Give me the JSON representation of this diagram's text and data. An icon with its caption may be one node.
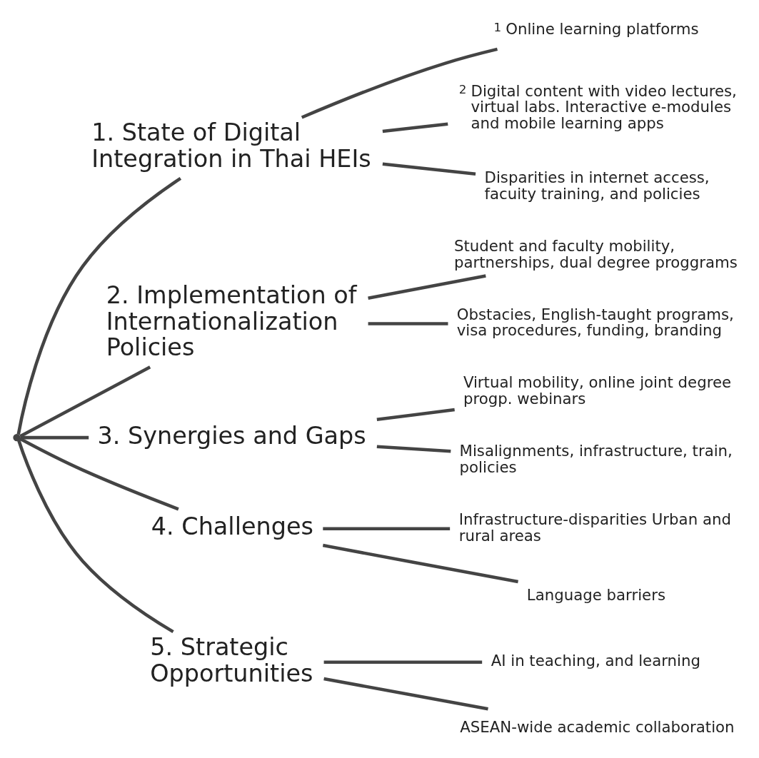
{
  "diagram": {
    "nodes": [
      {
        "text": [],
        "shape": "point"
      },
      {
        "text": [
          "1. State of Digital Integration in Thai HEIs"
        ]
      },
      {
        "text": [
          "Online learning platforms"
        ],
        "beside": [
          "1"
        ]
      },
      {
        "text": [
          "Digital content with video lectures, virtual labs. Interactive e-modules and mobile learning apps"
        ],
        "beside": [
          "2"
        ]
      },
      {
        "text": [
          "Disparities in internet access, facuity training, and policies"
        ]
      },
      {
        "text": [
          "2. Implementation of Internationalization Policies"
        ]
      },
      {
        "text": [
          "Student and faculty mobility, partnerships, dual degree proggrams"
        ]
      },
      {
        "text": [
          "Obstacies, English-taught programs, visa procedures, funding, branding"
        ]
      },
      {
        "text": [
          "3. Synergies and Gaps"
        ]
      },
      {
        "text": [
          "Virtual mobility, online joint degree progp. webinars"
        ]
      },
      {
        "text": [
          "Misalignments, infrastructure, train, policies"
        ]
      },
      {
        "text": [
          "4. Challenges"
        ]
      },
      {
        "text": [
          "Infrastructure-disparities Urban and rural areas"
        ]
      },
      {
        "text": [
          "Language barriers"
        ]
      },
      {
        "text": [
          "5. Strategic Opportunities"
        ]
      },
      {
        "text": [
          "AI in teaching, and learning"
        ]
      },
      {
        "text": [
          "ASEAN-wide academic collaboration"
        ]
      }
    ],
    "edges": [
      {
        "from": 0,
        "to": 1,
        "arrow": "none"
      },
      {
        "from": 0,
        "to": 5,
        "arrow": "none"
      },
      {
        "from": 0,
        "to": 8,
        "arrow": "none"
      },
      {
        "from": 0,
        "to": 11,
        "arrow": "none"
      },
      {
        "from": 0,
        "to": 14,
        "arrow": "none"
      },
      {
        "from": 1,
        "to": 2,
        "arrow": "none"
      },
      {
        "from": 1,
        "to": 3,
        "arrow": "none"
      },
      {
        "from": 1,
        "to": 4,
        "arrow": "none"
      },
      {
        "from": 5,
        "to": 6,
        "arrow": "none"
      },
      {
        "from": 5,
        "to": 7,
        "arrow": "none"
      },
      {
        "from": 8,
        "to": 9,
        "arrow": "none"
      },
      {
        "from": 8,
        "to": 10,
        "arrow": "none"
      },
      {
        "from": 11,
        "to": 12,
        "arrow": "none"
      },
      {
        "from": 11,
        "to": 13,
        "arrow": "none"
      },
      {
        "from": 14,
        "to": 15,
        "arrow": "none"
      },
      {
        "from": 14,
        "to": 16,
        "arrow": "none"
      }
    ]
  }
}
